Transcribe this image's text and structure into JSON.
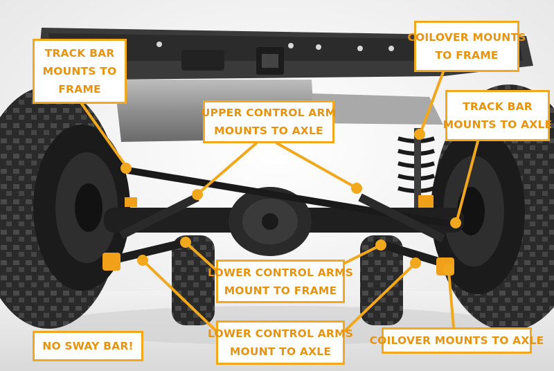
{
  "callouts": {
    "track_bar_frame": [
      "TRACK BAR",
      "MOUNTS TO",
      "FRAME"
    ],
    "coilover_frame": [
      "COILOVER MOUNTS",
      "TO FRAME"
    ],
    "upper_control_arm": [
      "UPPER CONTROL ARM",
      "MOUNTS TO AXLE"
    ],
    "track_bar_axle": [
      "TRACK BAR",
      "MOUNTS TO AXLE"
    ],
    "lower_arms_frame": [
      "LOWER CONTROL ARMS",
      "MOUNT TO FRAME"
    ],
    "lower_arms_axle": [
      "LOWER CONTROL ARMS",
      "MOUNT TO AXLE"
    ],
    "no_sway_bar": [
      "NO SWAY BAR!"
    ],
    "coilover_axle": [
      "COILOVER MOUNTS TO AXLE"
    ]
  },
  "colors": {
    "accent": "#f2a81d",
    "label_text": "#e8930f",
    "background": "#ffffff"
  }
}
